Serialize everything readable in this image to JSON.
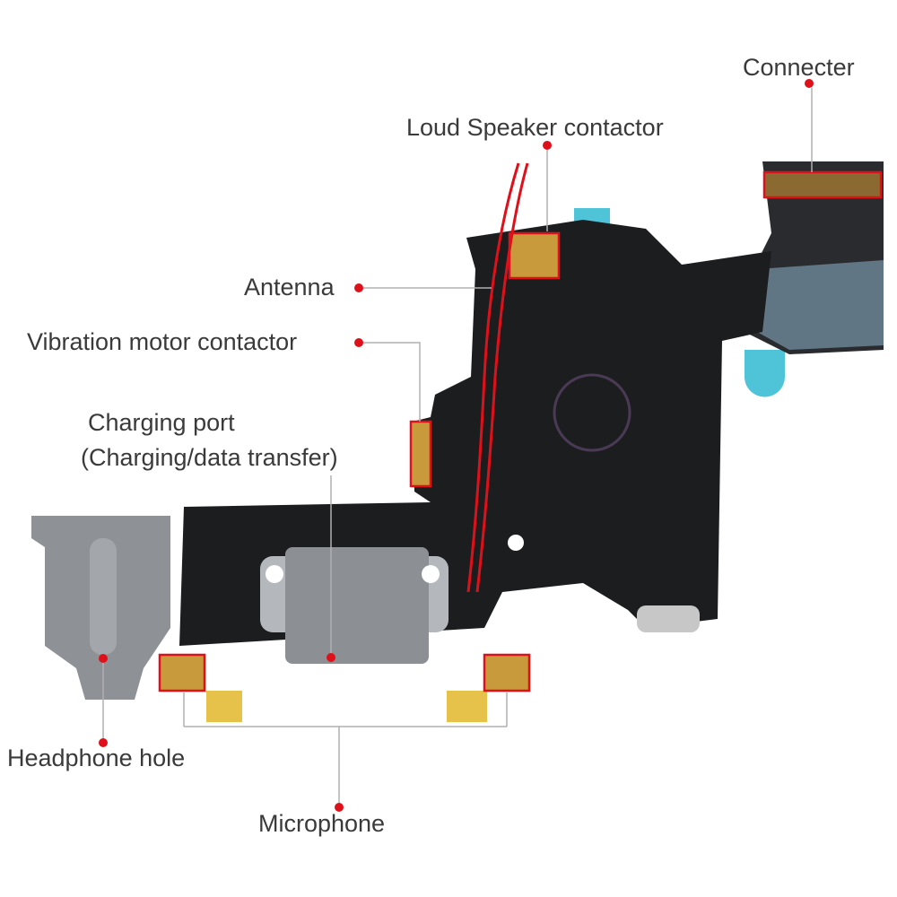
{
  "labels": {
    "connecter": "Connecter",
    "loud_speaker": "Loud Speaker contactor",
    "antenna": "Antenna",
    "vibration": "Vibration motor contactor",
    "charging_port_line1": "Charging port",
    "charging_port_line2": "(Charging/data transfer)",
    "headphone": "Headphone hole",
    "microphone": "Microphone"
  },
  "colors": {
    "board": "#1c1d1f",
    "highlight": "#e0101a",
    "label_text": "#3a3a3a",
    "leader_line": "#b0b0b0",
    "jack": "#8e9297",
    "accent_blue": "#4fc3d8",
    "contact_gold": "#c89a3c",
    "tape_yellow": "#e6c24a"
  }
}
